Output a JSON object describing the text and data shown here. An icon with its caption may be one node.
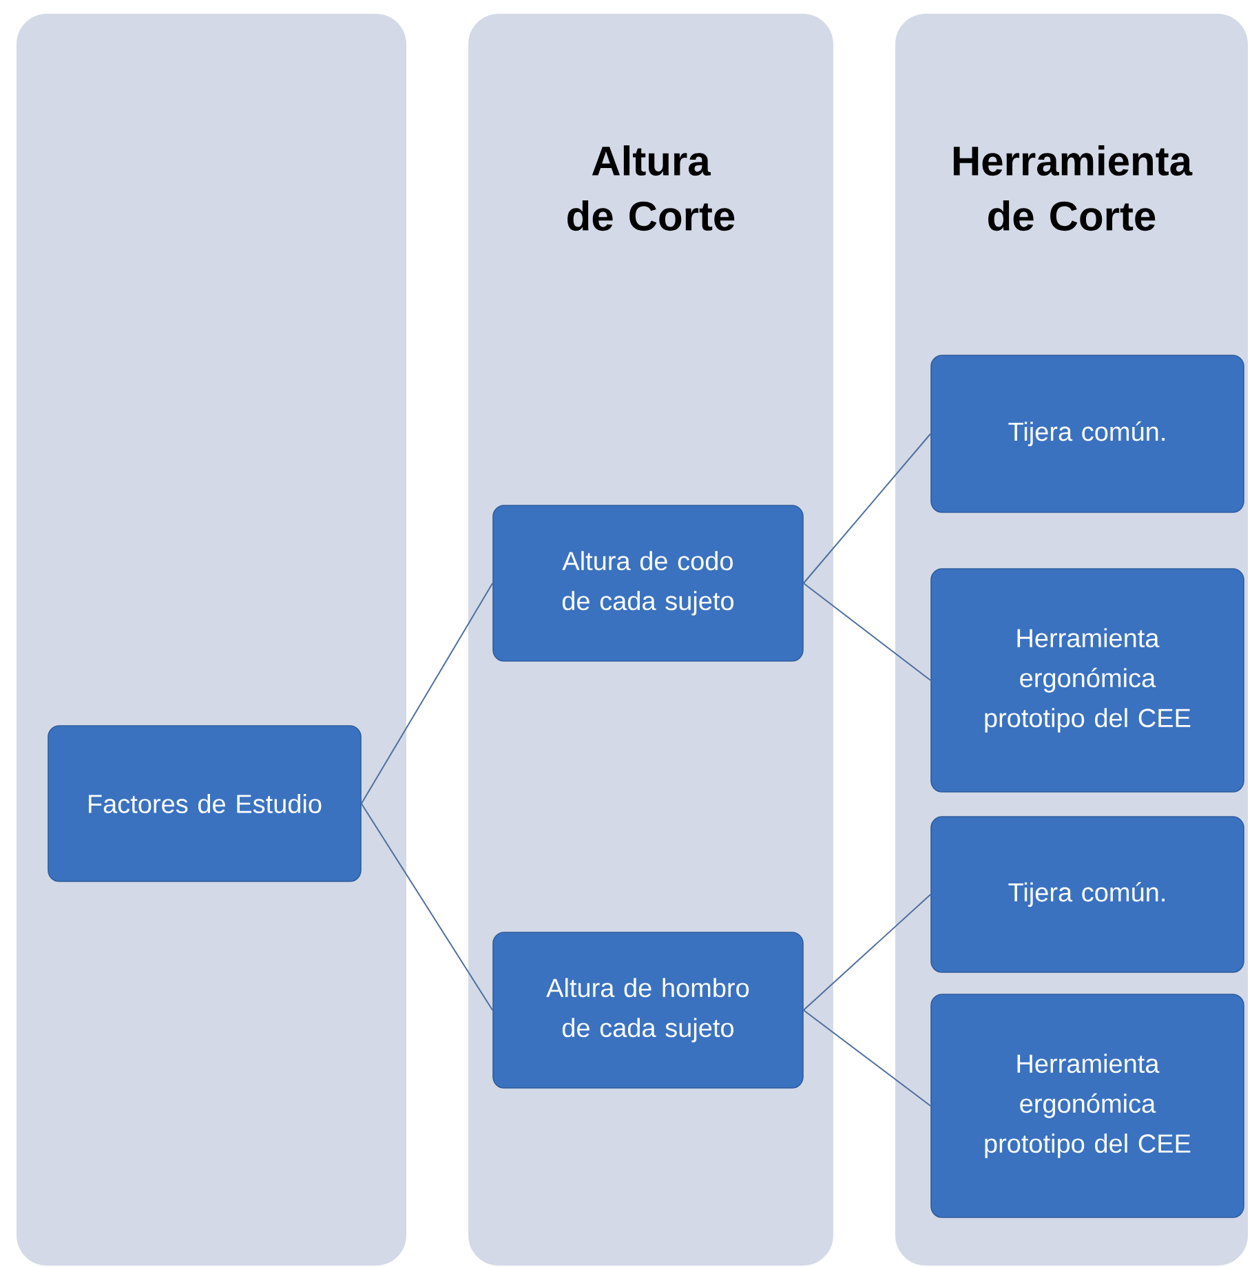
{
  "diagram": {
    "nodes": [
      {
        "text": [],
        "shape": "box"
      },
      {
        "text": [
          "Altura de Corte"
        ]
      },
      {
        "text": [
          "Herramienta de Corte"
        ]
      },
      {
        "text": [
          "Factores de Estudio"
        ],
        "in": 0
      },
      {
        "text": [
          "Altura de codo de cada sujeto"
        ],
        "in": 1
      },
      {
        "text": [
          "Altura de hombro de cada sujeto"
        ],
        "in": 1
      },
      {
        "text": [
          "Tijera común."
        ],
        "in": 2
      },
      {
        "text": [
          "Herramienta ergonómica prototipo del CEE"
        ],
        "in": 2
      },
      {
        "text": [
          "Tijera común."
        ],
        "in": 2
      },
      {
        "text": [
          "Herramienta ergonómica prototipo del CEE"
        ],
        "in": 2
      }
    ],
    "edges": [
      {
        "from": 3,
        "to": 4,
        "arrow": "none"
      },
      {
        "from": 3,
        "to": 5,
        "arrow": "none"
      },
      {
        "from": 4,
        "to": 6,
        "arrow": "none"
      },
      {
        "from": 4,
        "to": 7,
        "arrow": "none"
      },
      {
        "from": 5,
        "to": 8,
        "arrow": "none"
      },
      {
        "from": 5,
        "to": 9,
        "arrow": "none"
      }
    ]
  }
}
